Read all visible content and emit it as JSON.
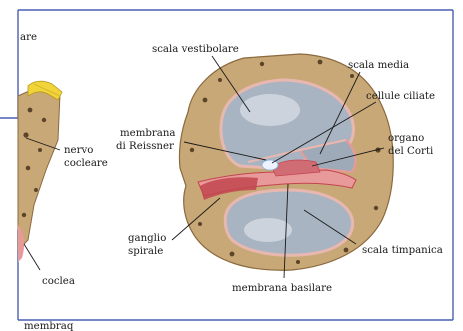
{
  "labels": {
    "cropped_top_left": "are",
    "cropped_bottom": "membraq",
    "scala_vestibolare": "scala vestibolare",
    "scala_media": "scala media",
    "cellule_ciliate": "cellule ciliate",
    "membrana_reissner_line1": "membrana",
    "membrana_reissner_line2": "di Reissner",
    "organo_line1": "organo",
    "organo_line2": "del Corti",
    "nervo_line1": "nervo",
    "nervo_line2": "cocleare",
    "ganglio_line1": "ganglio",
    "ganglio_line2": "spirale",
    "scala_timpanica": "scala timpanica",
    "coclea": "coclea",
    "membrana_basilare": "membrana basilare"
  },
  "colors": {
    "frame": "#4a5fb0",
    "bone": "#c9a877",
    "bone_dark": "#8a6a3e",
    "bone_pores": "#5b4428",
    "fluid": "#a9b4c2",
    "fluid_light": "#d4dbe4",
    "membrane_pink": "#e89a9a",
    "tissue_red": "#c2454f",
    "nerve_yellow": "#f1d43a",
    "text": "#1a1a1a"
  }
}
